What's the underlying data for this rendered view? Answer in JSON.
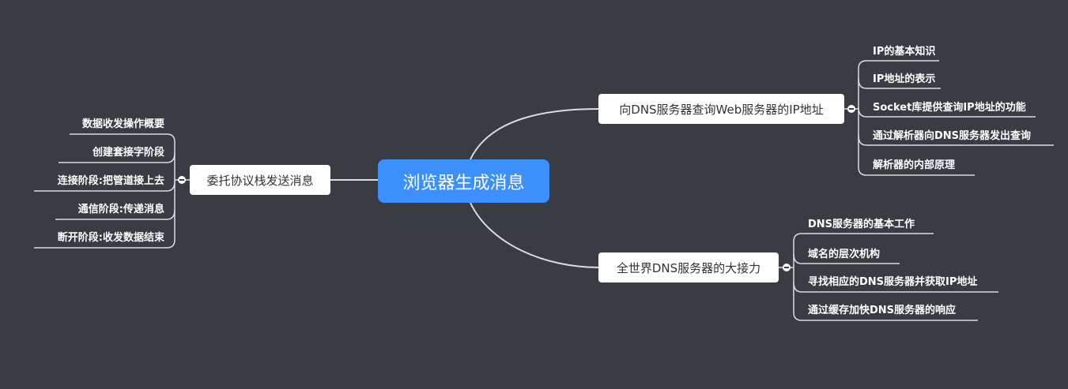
{
  "root": {
    "label": "浏览器生成消息"
  },
  "branches": {
    "dns_query": {
      "label": "向DNS服务器查询Web服务器的IP地址",
      "children": [
        "IP的基本知识",
        "IP地址的表示",
        "Socket库提供查询IP地址的功能",
        "通过解析器向DNS服务器发出查询",
        "解析器的内部原理"
      ]
    },
    "dns_relay": {
      "label": "全世界DNS服务器的大接力",
      "children": [
        "DNS服务器的基本工作",
        "域名的层次机构",
        "寻找相应的DNS服务器并获取IP地址",
        "通过缓存加快DNS服务器的响应"
      ]
    },
    "protocol_stack": {
      "label": "委托协议栈发送消息",
      "children": [
        "数据收发操作概要",
        "创建套接字阶段",
        "连接阶段:把管道接上去",
        "通信阶段:传递消息",
        "断开阶段:收发数据结束"
      ]
    }
  },
  "colors": {
    "background": "#393c42",
    "root": "#3d90fc",
    "main_topic": "#ffffff",
    "lines": "#d8d8d8"
  }
}
